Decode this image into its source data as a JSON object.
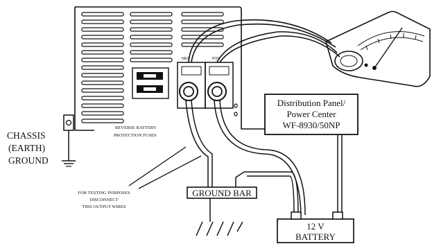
{
  "labels": {
    "chassis": [
      "CHASSIS",
      "(EARTH)",
      "GROUND"
    ],
    "reverse_battery": [
      "REVERSE BATTERY",
      "PROTECTION FUSES"
    ],
    "testing": [
      "FOR TESTING PURPOSES",
      "DISCONNECT",
      "THIS OUTPUT WIRES"
    ],
    "ground_bar": "GROUND BAR",
    "distribution_panel": [
      "Distribution Panel/",
      "Power Center",
      "WF-8930/50NP"
    ],
    "battery": [
      "12 V",
      "BATTERY"
    ],
    "terminal_neg": "NEG",
    "terminal_pos": "POS"
  },
  "colors": {
    "ink": "#111111",
    "paper": "#ffffff"
  }
}
